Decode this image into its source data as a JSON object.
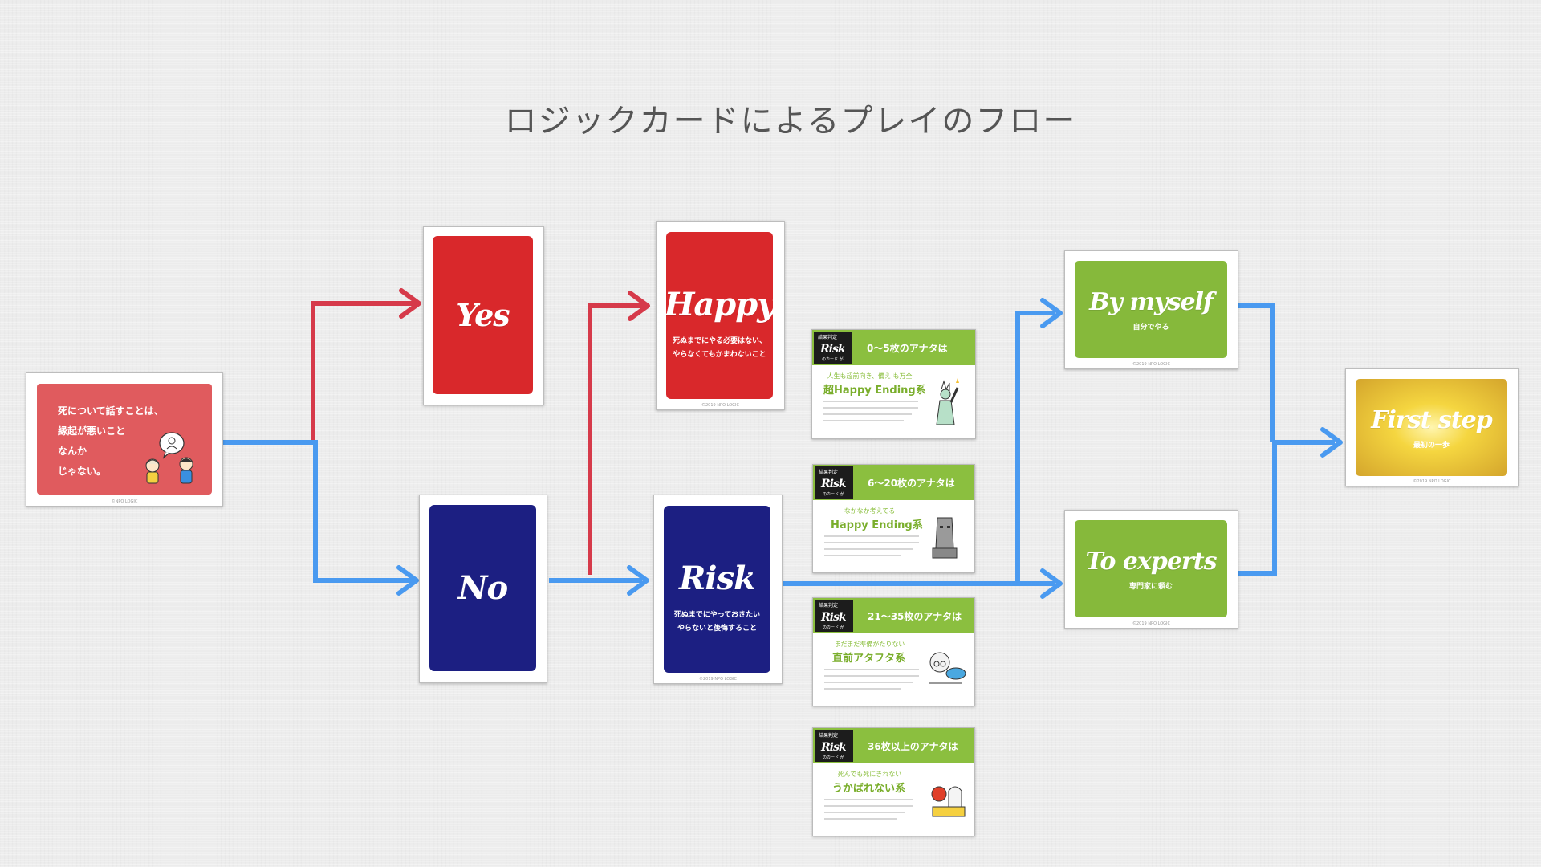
{
  "title": "ロジックカードによるプレイのフロー",
  "colors": {
    "red_arrow": "#d63a4a",
    "blue_arrow": "#4a9af0",
    "start_card": "#e05b5e",
    "yes_card": "#d9282b",
    "no_card": "#1c1f82",
    "green_card": "#86b93b",
    "gold_card": "#e8c23b"
  },
  "start_card": {
    "lines": [
      "死について話すことは、",
      "縁起が悪いこと",
      "なんか",
      "じゃない。"
    ],
    "copyright": "©NPO LOGIC"
  },
  "yes_card": {
    "label": "Yes"
  },
  "no_card": {
    "label": "No"
  },
  "happy_card": {
    "label": "Happy",
    "sub1": "死ぬまでにやる必要はない、",
    "sub2": "やらなくてもかまわないこと",
    "copyright": "©2019 NPO LOGIC"
  },
  "risk_card": {
    "label": "Risk",
    "sub1": "死ぬまでにやっておきたい",
    "sub2": "やらないと後悔すること",
    "copyright": "©2019 NPO LOGIC"
  },
  "results": [
    {
      "tag": "結果判定",
      "risk": "Risk",
      "risk_sub": "のカード が",
      "head": "0〜5枚のアナタは",
      "small": "人生も超前向き、備え も万全",
      "big": "超Happy Ending系",
      "illus": "statue-icon"
    },
    {
      "tag": "結果判定",
      "risk": "Risk",
      "risk_sub": "のカード が",
      "head": "6〜20枚のアナタは",
      "small": "なかなか考えてる",
      "big": "Happy Ending系",
      "illus": "moai-icon"
    },
    {
      "tag": "結果判定",
      "risk": "Risk",
      "risk_sub": "のカード が",
      "head": "21〜35枚のアナタは",
      "small": "まだまだ準備がたりない",
      "big": "直前アタフタ系",
      "illus": "einstein-icon"
    },
    {
      "tag": "結果判定",
      "risk": "Risk",
      "risk_sub": "のカード が",
      "head": "36枚以上のアナタは",
      "small": "死んでも死にきれない",
      "big": "うかばれない系",
      "illus": "ghost-icon"
    }
  ],
  "myself_card": {
    "label": "By myself",
    "sub": "自分でやる",
    "copyright": "©2019 NPO LOGIC"
  },
  "experts_card": {
    "label": "To experts",
    "sub": "専門家に頼む",
    "copyright": "©2019 NPO LOGIC"
  },
  "first_card": {
    "label": "First step",
    "sub": "最初の一歩",
    "copyright": "©2019 NPO LOGIC"
  }
}
